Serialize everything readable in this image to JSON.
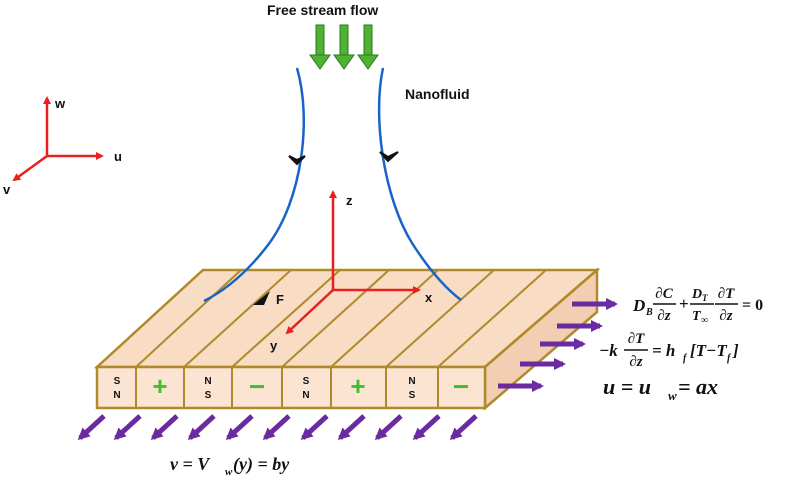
{
  "labels": {
    "free_stream": "Free stream flow",
    "nanofluid": "Nanofluid",
    "force": "F"
  },
  "axes_corner": {
    "w": "w",
    "u": "u",
    "v": "v"
  },
  "axes_center": {
    "z": "z",
    "x": "x",
    "y": "y"
  },
  "magnet_cells": [
    {
      "type": "pole",
      "top": "S",
      "bottom": "N"
    },
    {
      "type": "sign",
      "symbol": "+"
    },
    {
      "type": "pole",
      "top": "N",
      "bottom": "S"
    },
    {
      "type": "sign",
      "symbol": "−"
    },
    {
      "type": "pole",
      "top": "S",
      "bottom": "N"
    },
    {
      "type": "sign",
      "symbol": "+"
    },
    {
      "type": "pole",
      "top": "N",
      "bottom": "S"
    },
    {
      "type": "sign",
      "symbol": "−"
    }
  ],
  "equations": {
    "eq1": {
      "D": "D",
      "B": "B",
      "dC": "∂C",
      "dz": "∂z",
      "plus": "+",
      "DT_D": "D",
      "DT_T": "T",
      "Tinf_T": "T",
      "Tinf_inf": "∞",
      "dT": "∂T",
      "dz2": "∂z",
      "eq": "= 0"
    },
    "eq2": {
      "mk": "−k",
      "dT": "∂T",
      "dz": "∂z",
      "rhs_a": "= h",
      "rhs_f": "f",
      "rhs_b": "[T−T",
      "rhs_f2": "f",
      "rhs_c": "]"
    },
    "eq3": {
      "lhs": "u = u",
      "sub": "w",
      "rhs": " = ax"
    },
    "eq4": {
      "lhs": "v = V",
      "sub": "w",
      "rhs": "(y) = by"
    }
  },
  "colors": {
    "green_arrow": "#4fb233",
    "green_sign": "#3fbf2a",
    "axis_red": "#e8201f",
    "stream_blue": "#1a63c9",
    "plate_fill": "#f9dcc4",
    "plate_edge": "#b08a2a",
    "purple_arrow": "#6a2aa0"
  }
}
